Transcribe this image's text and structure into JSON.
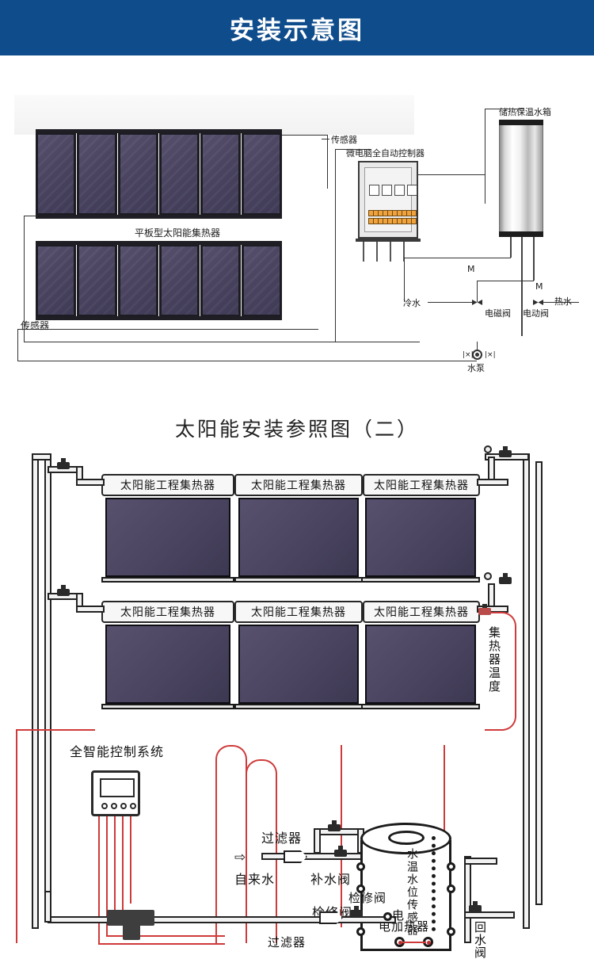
{
  "header": {
    "title": "安装示意图",
    "bg_color": "#0f4c8c",
    "text_color": "#ffffff"
  },
  "colors": {
    "panel_purple": "#4a4460",
    "pipe_outline": "#232323",
    "red_wire": "#cf3a3a",
    "tank_metal": "#d9d9d9"
  },
  "diagram1": {
    "labels": {
      "sensor_top": "传感器",
      "controller": "微电脑全自动控制器",
      "tank": "储热保温水箱",
      "collector_array": "平板型太阳能集热器",
      "sensor_bottom": "传感器",
      "cold_water": "冷水",
      "hot_water": "热水",
      "solenoid_valve": "电磁阀",
      "electric_valve": "电动阀",
      "water_pump": "水泵"
    },
    "panels_top_count": 6,
    "panels_bottom_count": 6,
    "controller_windows": 4,
    "controller_terminal_rows": 2,
    "controller_terminals_per_row": 10
  },
  "diagram2": {
    "title": "太阳能安装参照图（二）",
    "collector_labels_row1": [
      "太阳能工程集热器",
      "太阳能工程集热器",
      "太阳能工程集热器"
    ],
    "collector_labels_row2": [
      "太阳能工程集热器",
      "太阳能工程集热器",
      "太阳能工程集热器"
    ],
    "labels": {
      "collector_temp": "集热器温度",
      "control_system": "全智能控制系统",
      "filter": "过滤器",
      "tap_water": "自来水",
      "makeup_valve": "补水阀",
      "service_valve": "检修阀",
      "water_temp_level_sensor": "水温水位传感器",
      "return_valve": "回水阀",
      "electric_heater": "电加热器",
      "service_valve_bottom": "检修阀",
      "filter_bottom": "过滤器",
      "electric_label": "电"
    },
    "controller_buttons": 4
  }
}
